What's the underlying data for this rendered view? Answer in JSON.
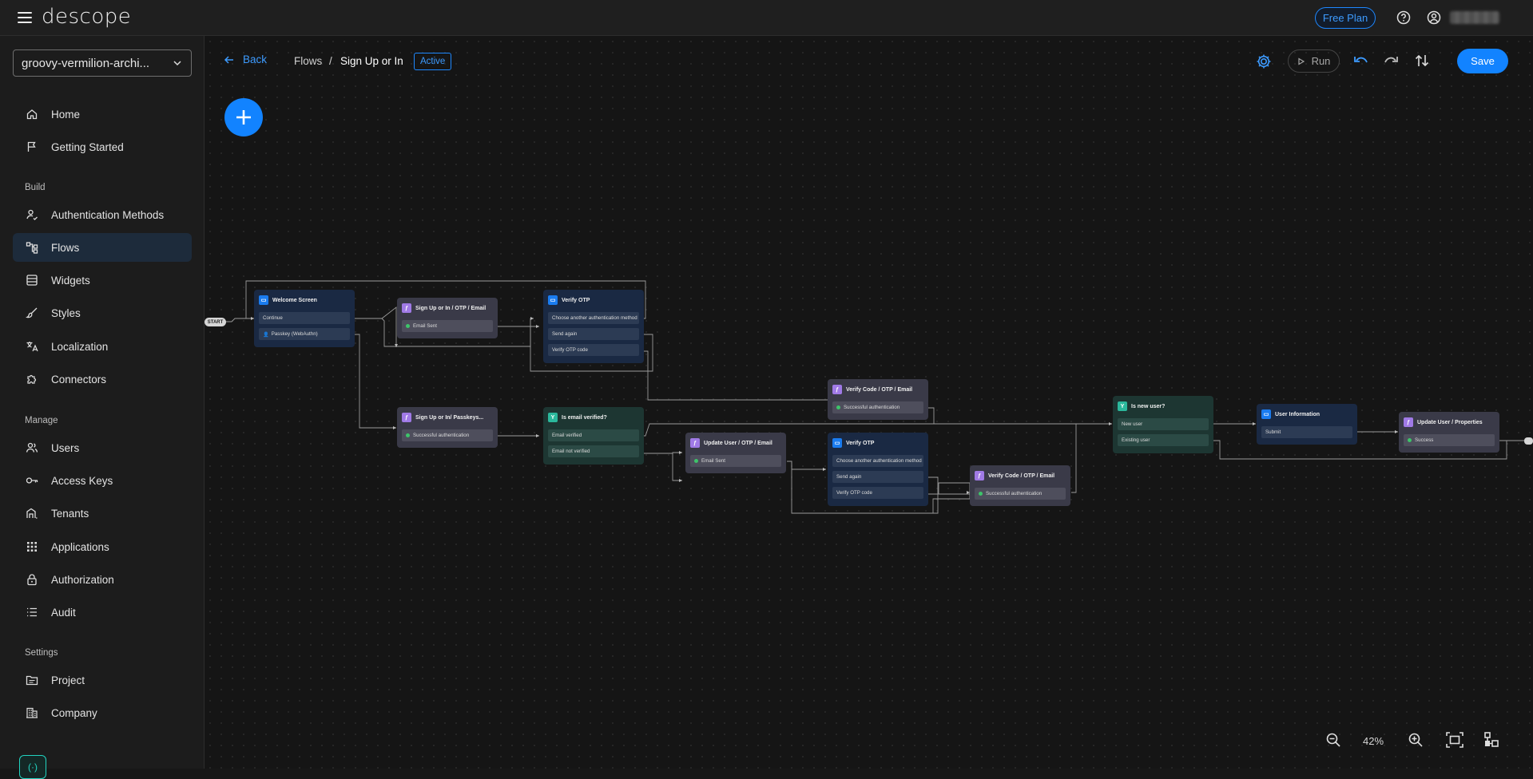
{
  "app": {
    "logo": "descope",
    "plan": "Free Plan"
  },
  "sidebar": {
    "project": "groovy-vermilion-archi...",
    "sections": {
      "build": "Build",
      "manage": "Manage",
      "settings": "Settings"
    },
    "items": {
      "home": "Home",
      "getting_started": "Getting Started",
      "auth_methods": "Authentication Methods",
      "flows": "Flows",
      "widgets": "Widgets",
      "styles": "Styles",
      "localization": "Localization",
      "connectors": "Connectors",
      "users": "Users",
      "access_keys": "Access Keys",
      "tenants": "Tenants",
      "applications": "Applications",
      "authorization": "Authorization",
      "audit": "Audit",
      "project": "Project",
      "company": "Company"
    }
  },
  "toolbar": {
    "back": "Back",
    "crumb_flows": "Flows",
    "crumb_sep": "/",
    "crumb_current": "Sign Up or In",
    "status": "Active",
    "run": "Run",
    "save": "Save",
    "zoom": "42%"
  },
  "flow": {
    "start": "START",
    "welcome": {
      "title": "Welcome Screen",
      "rows": [
        "Continue",
        "Passkey (WebAuthn)"
      ]
    },
    "otp_email": {
      "title": "Sign Up or In / OTP / Email",
      "rows": [
        "Email Sent"
      ]
    },
    "verify_otp_1": {
      "title": "Verify OTP",
      "rows": [
        "Choose another authentication method",
        "Send again",
        "Verify OTP code"
      ]
    },
    "verify_code_1": {
      "title": "Verify Code / OTP / Email",
      "rows": [
        "Successful authentication"
      ]
    },
    "passkeys": {
      "title": "Sign Up or In/ Passkeys...",
      "rows": [
        "Successful authentication"
      ]
    },
    "email_verified": {
      "title": "Is email verified?",
      "rows": [
        "Email verified",
        "Email not verified"
      ]
    },
    "update_user": {
      "title": "Update User / OTP / Email",
      "rows": [
        "Email Sent"
      ]
    },
    "verify_otp_2": {
      "title": "Verify OTP",
      "rows": [
        "Choose another authentication method",
        "Send again",
        "Verify OTP code"
      ]
    },
    "verify_code_2": {
      "title": "Verify Code / OTP / Email",
      "rows": [
        "Successful authentication"
      ]
    },
    "new_user": {
      "title": "Is new user?",
      "rows": [
        "New user",
        "Existing user"
      ]
    },
    "user_info": {
      "title": "User Information",
      "rows": [
        "Submit"
      ]
    },
    "update_props": {
      "title": "Update User / Properties",
      "rows": [
        "Success"
      ]
    }
  },
  "colors": {
    "accent": "#1283ff",
    "teal": "#22d3c0"
  }
}
